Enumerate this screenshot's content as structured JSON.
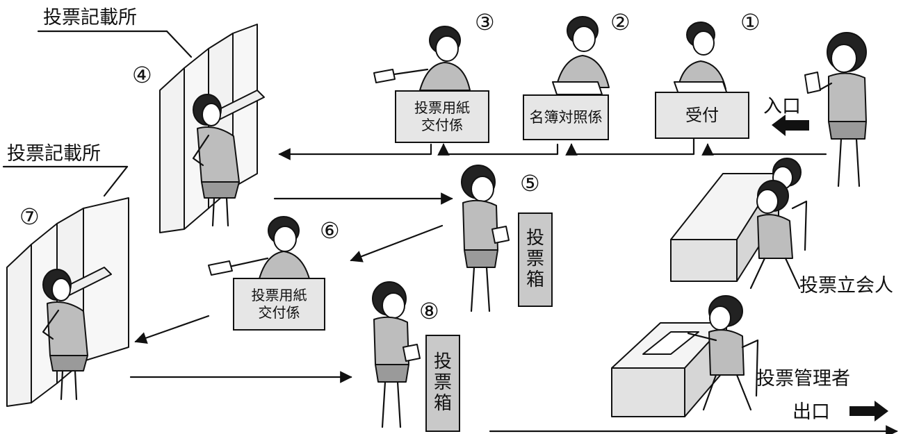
{
  "labels": {
    "booth_top": "投票記載所",
    "booth_left": "投票記載所",
    "entrance": "入口",
    "exit": "出口",
    "witness": "投票立会人",
    "manager": "投票管理者"
  },
  "steps": {
    "s1": "①",
    "s2": "②",
    "s3": "③",
    "s4": "④",
    "s5": "⑤",
    "s6": "⑥",
    "s7": "⑦",
    "s8": "⑧"
  },
  "desks": {
    "reception": "受付",
    "roster": "名簿対照係",
    "ballot_top": "投票用紙\n交付係",
    "ballot_mid": "投票用紙\n交付係"
  },
  "boxes": {
    "box_upper": "投\n票\n箱",
    "box_lower": "投\n票\n箱"
  },
  "colors": {
    "ink": "#111111",
    "desk_fill": "#e6e6e6",
    "box_fill": "#c9c9c9",
    "person_fill": "#bdbdbd"
  }
}
